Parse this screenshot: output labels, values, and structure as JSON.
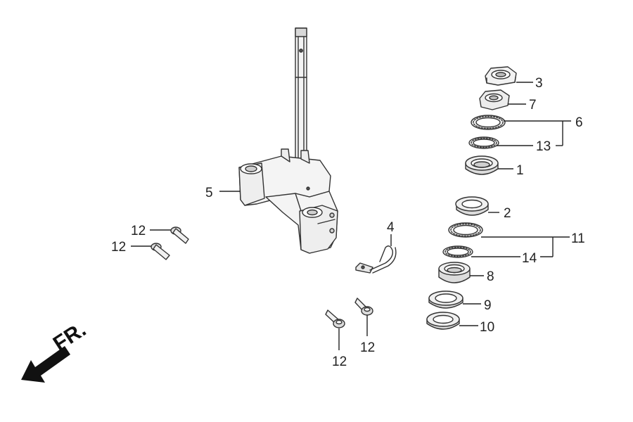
{
  "direction_label": "FR.",
  "callouts": {
    "c1": "1",
    "c2": "2",
    "c3": "3",
    "c4": "4",
    "c5": "5",
    "c6": "6",
    "c7": "7",
    "c8": "8",
    "c9": "9",
    "c10": "10",
    "c11": "11",
    "c12a": "12",
    "c12b": "12",
    "c12c": "12",
    "c12d": "12",
    "c13": "13",
    "c14": "14"
  },
  "colors": {
    "line": "#333333",
    "fill": "#f4f4f4",
    "shade": "#cfcfcf",
    "text": "#222222"
  }
}
